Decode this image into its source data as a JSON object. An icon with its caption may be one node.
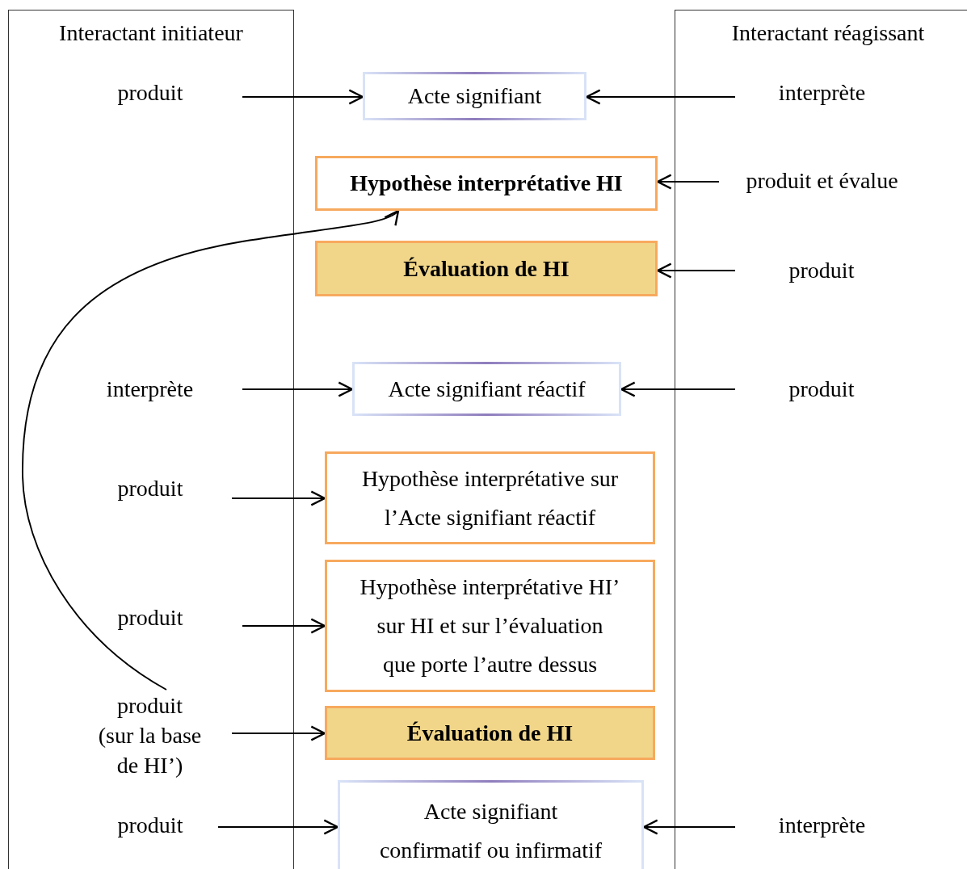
{
  "diagram": {
    "nodes": [
      {
        "text": [
          "Interactant initiateur"
        ]
      },
      {
        "text": [
          "Interactant réagissant"
        ]
      },
      {
        "text": [
          "produit"
        ],
        "in": 0
      },
      {
        "text": [
          "Acte signifiant"
        ]
      },
      {
        "text": [
          "interprète"
        ],
        "in": 1
      },
      {
        "text": [
          "Hypothèse interprétative HI"
        ]
      },
      {
        "text": [
          "produit et évalue"
        ],
        "in": 1
      },
      {
        "text": [
          "Évaluation de HI"
        ]
      },
      {
        "text": [
          "produit"
        ],
        "in": 1
      },
      {
        "text": [
          "interprète"
        ],
        "in": 0
      },
      {
        "text": [
          "Acte signifiant réactif"
        ]
      },
      {
        "text": [
          "produit"
        ],
        "in": 1
      },
      {
        "text": [
          "produit"
        ],
        "in": 0
      },
      {
        "text": [
          "Hypothèse interprétative sur l’Acte signifiant réactif"
        ]
      },
      {
        "text": [
          "produit"
        ],
        "in": 0
      },
      {
        "text": [
          "Hypothèse interprétative HI’ sur HI et sur l’évaluation que porte l’autre dessus"
        ]
      },
      {
        "text": [
          "produit (sur la base de HI’)"
        ],
        "in": 0
      },
      {
        "text": [
          "Évaluation de HI"
        ]
      },
      {
        "text": [
          "produit"
        ],
        "in": 0
      },
      {
        "text": [
          "Acte signifiant confirmatif ou infirmatif"
        ]
      },
      {
        "text": [
          "interprète"
        ],
        "in": 1
      }
    ],
    "edges": [
      {
        "from": 2,
        "to": 3,
        "arrow": "to"
      },
      {
        "from": 4,
        "to": 3,
        "arrow": "to"
      },
      {
        "from": 6,
        "to": 5,
        "arrow": "to"
      },
      {
        "from": 8,
        "to": 7,
        "arrow": "to"
      },
      {
        "from": 9,
        "to": 10,
        "arrow": "to"
      },
      {
        "from": 11,
        "to": 10,
        "arrow": "to"
      },
      {
        "from": 12,
        "to": 13,
        "arrow": "to"
      },
      {
        "from": 14,
        "to": 15,
        "arrow": "to"
      },
      {
        "from": 16,
        "to": 17,
        "arrow": "to"
      },
      {
        "from": 18,
        "to": 19,
        "arrow": "to"
      },
      {
        "from": 20,
        "to": 19,
        "arrow": "to"
      },
      {
        "from": 16,
        "to": 5,
        "arrow": "to"
      }
    ]
  }
}
